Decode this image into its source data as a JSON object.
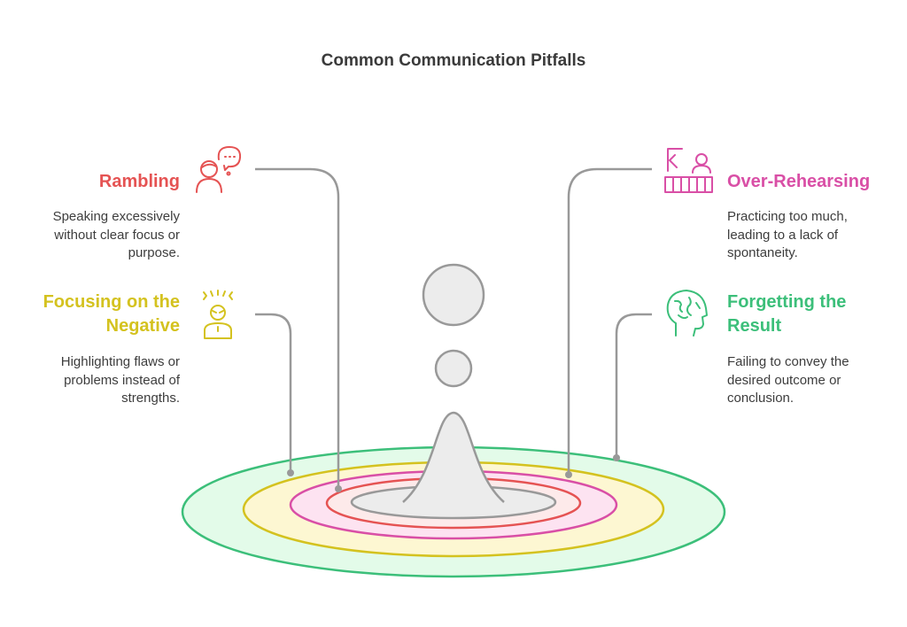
{
  "title": "Common Communication Pitfalls",
  "items": [
    {
      "heading": "Rambling",
      "description": "Speaking excessively\nwithout clear focus or\npurpose.",
      "color": "#e55353",
      "icon": "talking-person-icon"
    },
    {
      "heading": "Focusing on the\nNegative",
      "description": "Highlighting flaws or\nproblems instead of\nstrengths.",
      "color": "#d4c21f",
      "icon": "stressed-person-icon"
    },
    {
      "heading": "Over-Rehearsing",
      "description": "Practicing too much,\nleading to a lack of\nspontaneity.",
      "color": "#d94fa6",
      "icon": "presenter-icon"
    },
    {
      "heading": "Forgetting the\nResult",
      "description": "Failing to convey the\ndesired outcome or\nconclusion.",
      "color": "#3cbf7a",
      "icon": "mind-head-icon"
    }
  ],
  "rings": [
    {
      "name": "forgetting-the-result",
      "fill": "#e3fbe9",
      "stroke": "#3cbf7a"
    },
    {
      "name": "focusing-on-the-negative",
      "fill": "#fdf7d2",
      "stroke": "#d4c21f"
    },
    {
      "name": "over-rehearsing",
      "fill": "#fde3f1",
      "stroke": "#d94fa6"
    },
    {
      "name": "rambling",
      "fill": "#fdeaea",
      "stroke": "#e55353"
    },
    {
      "name": "center",
      "fill": "#ececec",
      "stroke": "#999999"
    }
  ]
}
